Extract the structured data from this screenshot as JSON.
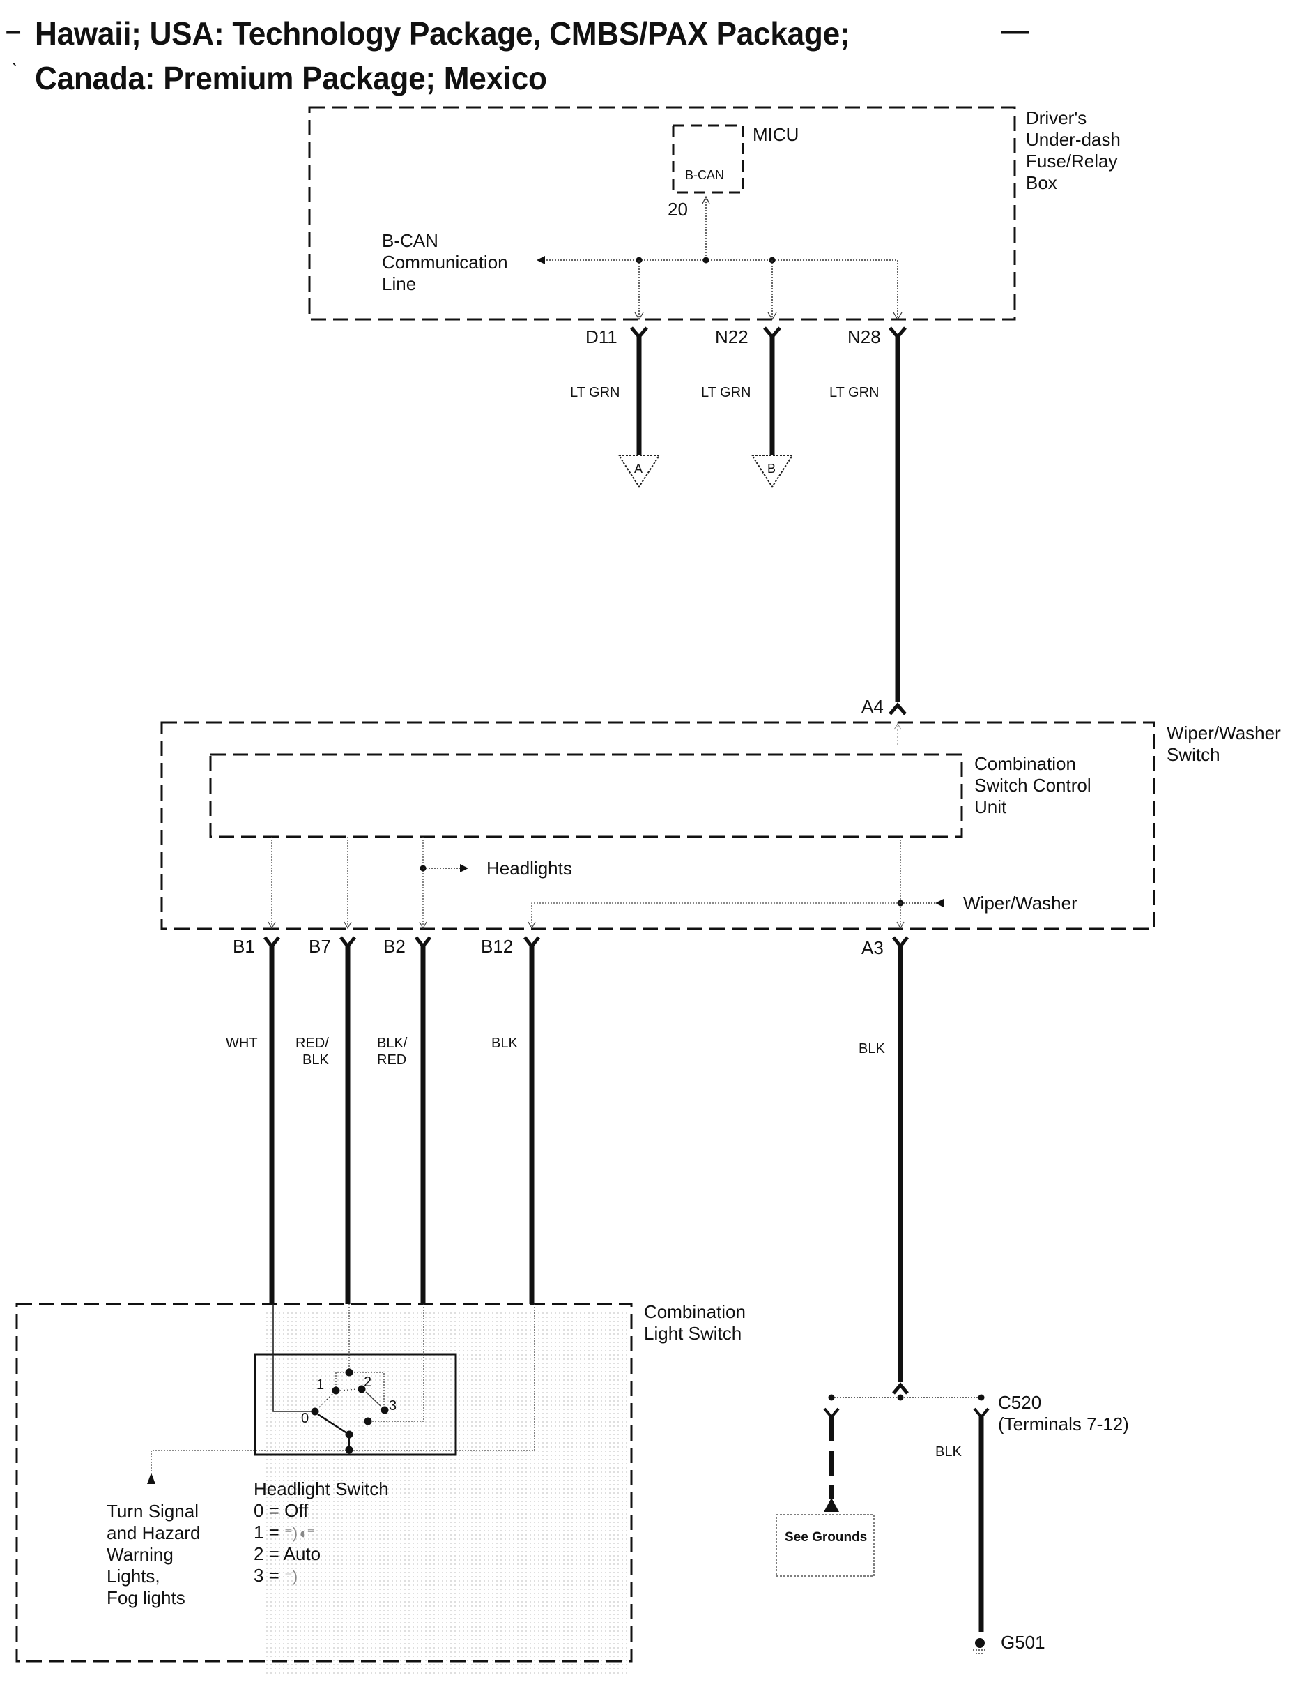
{
  "title": {
    "line1": "Hawaii; USA: Technology Package, CMBS/PAX Package;",
    "line2": "Canada: Premium Package; Mexico"
  },
  "components": {
    "fuse_box": {
      "label": "Driver's\nUnder-dash\nFuse/Relay\nBox"
    },
    "micu": {
      "label": "MICU",
      "inner_label": "B-CAN",
      "pin": "20"
    },
    "bcan_line": {
      "label": "B-CAN\nCommunication\nLine"
    },
    "wiper_switch": {
      "label": "Wiper/Washer\nSwitch"
    },
    "control_unit": {
      "label": "Combination\nSwitch Control\nUnit"
    },
    "headlights_signal": {
      "label": "Headlights"
    },
    "wiper_signal": {
      "label": "Wiper/Washer"
    },
    "light_switch": {
      "label": "Combination\nLight Switch"
    },
    "headlight_switch": {
      "label": "Headlight Switch",
      "positions": [
        {
          "num": "0",
          "text": "0 = Off"
        },
        {
          "num": "1",
          "text": "1 = ",
          "icon": "parking-and-headlight-icon"
        },
        {
          "num": "2",
          "text": "2 = Auto"
        },
        {
          "num": "3",
          "text": "3 = ",
          "icon": "headlight-icon"
        }
      ],
      "contact_labels": [
        "0",
        "1",
        "2",
        "3"
      ]
    },
    "turn_signal": {
      "label": "Turn Signal\nand Hazard\nWarning\nLights,\nFog lights"
    },
    "see_grounds": {
      "label": "See Grounds"
    },
    "connector_c520": {
      "label": "C520\n(Terminals 7-12)"
    },
    "ground_g501": {
      "label": "G501"
    }
  },
  "terminals": {
    "fuse_box": [
      {
        "id": "D11",
        "wire": "LT GRN",
        "offpage": "A"
      },
      {
        "id": "N22",
        "wire": "LT GRN",
        "offpage": "B"
      },
      {
        "id": "N28",
        "wire": "LT GRN"
      }
    ],
    "wiper_top": {
      "id": "A4"
    },
    "wiper_bottom": [
      {
        "id": "B1",
        "wire": "WHT"
      },
      {
        "id": "B7",
        "wire": "RED/\nBLK"
      },
      {
        "id": "B2",
        "wire": "BLK/\nRED"
      },
      {
        "id": "B12",
        "wire": "BLK"
      },
      {
        "id": "A3",
        "wire": "BLK"
      }
    ],
    "ground_wire": "BLK"
  }
}
